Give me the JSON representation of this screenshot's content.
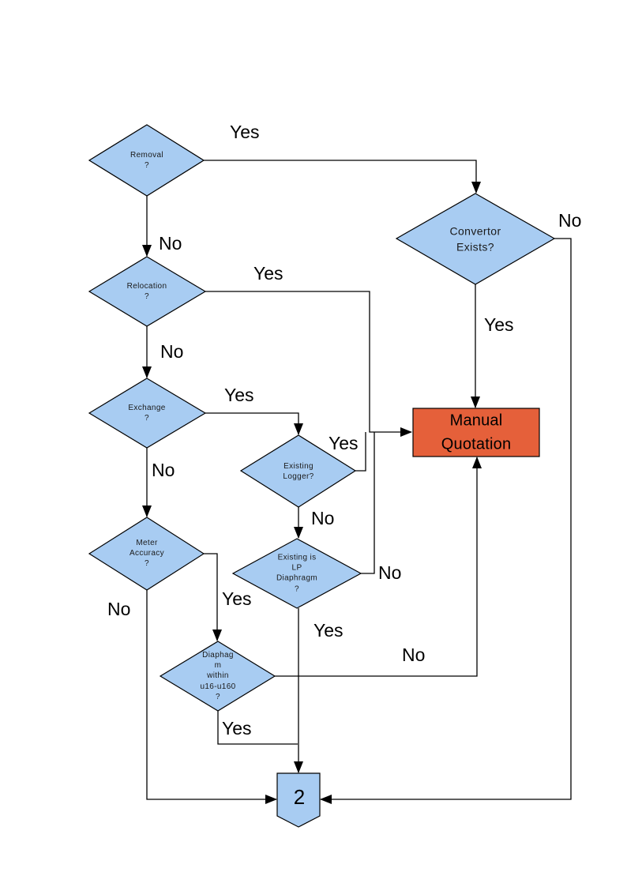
{
  "colors": {
    "node_fill": "#A8CCF2",
    "action_fill": "#E5603A",
    "border": "#000000",
    "line": "#000000"
  },
  "nodes": {
    "removal": {
      "label": "Removal\n?"
    },
    "relocation": {
      "label": "Relocation\n?"
    },
    "exchange": {
      "label": "Exchange\n?"
    },
    "meter_accuracy": {
      "label": "Meter\nAccuracy\n?"
    },
    "convertor_exists": {
      "label": "Convertor\nExists?"
    },
    "existing_logger": {
      "label": "Existing\nLogger?"
    },
    "existing_lp_diaphragm": {
      "label": "Existing is\nLP\nDiaphragm\n?"
    },
    "diaphragm_within_range": {
      "label": "Diaphag\nm\nwithin\nu16-u160\n?"
    },
    "manual_quotation": {
      "label": "Manual\nQuotation"
    },
    "offpage_connector": {
      "label": "2"
    }
  },
  "edge_labels": {
    "removal_yes": "Yes",
    "removal_no": "No",
    "relocation_yes": "Yes",
    "relocation_no": "No",
    "exchange_yes": "Yes",
    "exchange_no": "No",
    "existing_logger_yes": "Yes",
    "existing_logger_no": "No",
    "existing_lp_no": "No",
    "existing_lp_yes": "Yes",
    "meter_accuracy_yes": "Yes",
    "meter_accuracy_no": "No",
    "diaphragm_yes": "Yes",
    "diaphragm_no": "No",
    "convertor_yes": "Yes",
    "convertor_no": "No"
  }
}
